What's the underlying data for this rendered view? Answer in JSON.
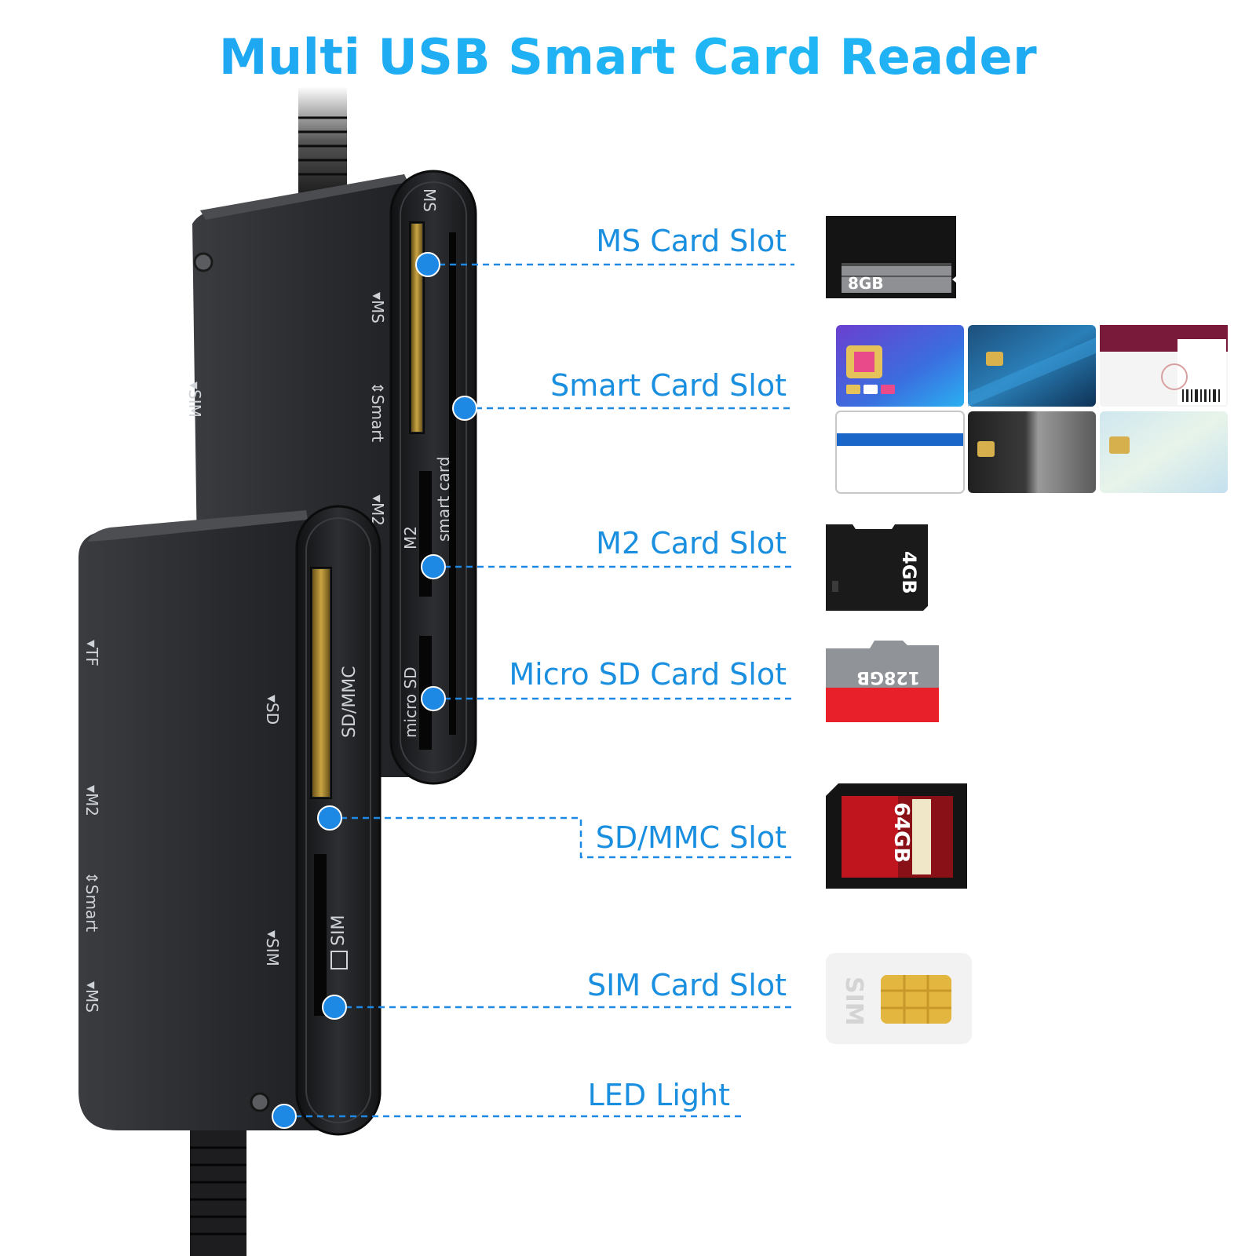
{
  "title": "Multi USB Smart Card Reader",
  "slots": [
    {
      "label": "MS Card Slot"
    },
    {
      "label": "Smart Card Slot"
    },
    {
      "label": "M2 Card Slot"
    },
    {
      "label": "Micro SD Card Slot"
    },
    {
      "label": "SD/MMC Slot"
    },
    {
      "label": "SIM Card Slot"
    },
    {
      "label": "LED Light"
    }
  ],
  "device": {
    "back_labels": {
      "ms": "▾MS",
      "smart": "⇕Smart",
      "m2": "▾M2",
      "sim": "▾SIM"
    },
    "back_edge": {
      "ms": "MS",
      "smart_card": "smart card",
      "m2": "M2",
      "micro_sd": "micro SD"
    },
    "front_labels": {
      "tf": "▾TF",
      "sd": "▾SD",
      "m2": "▾M2",
      "smart": "⇕Smart",
      "sim": "▾SIM",
      "ms": "▾MS"
    },
    "front_edge": {
      "sd_mmc": "SD/MMC",
      "sim": "SIM"
    }
  },
  "cards": {
    "ms_capacity": "8GB",
    "m2_capacity": "4GB",
    "microsd_capacity": "128GB",
    "sd_capacity": "64GB",
    "sim_text": "SIM"
  },
  "colors": {
    "accent": "#1a8fe0",
    "dot": "#1e88e5",
    "device": "#2b2d30"
  }
}
